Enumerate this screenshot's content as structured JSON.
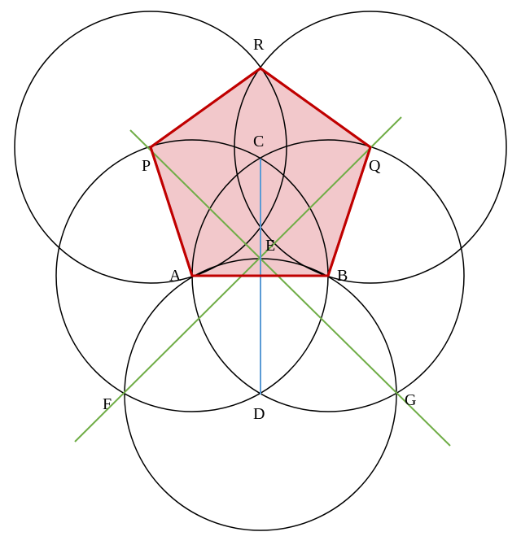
{
  "points": {
    "R": "R",
    "P": "P",
    "Q": "Q",
    "C": "C",
    "E": "E",
    "A": "A",
    "B": "B",
    "F": "F",
    "D": "D",
    "G": "G"
  },
  "colors": {
    "pentagon_stroke": "#c00000",
    "pentagon_fill": "#f2c8cb",
    "bisector": "#70ad47",
    "perpendicular": "#5b9bd5"
  }
}
